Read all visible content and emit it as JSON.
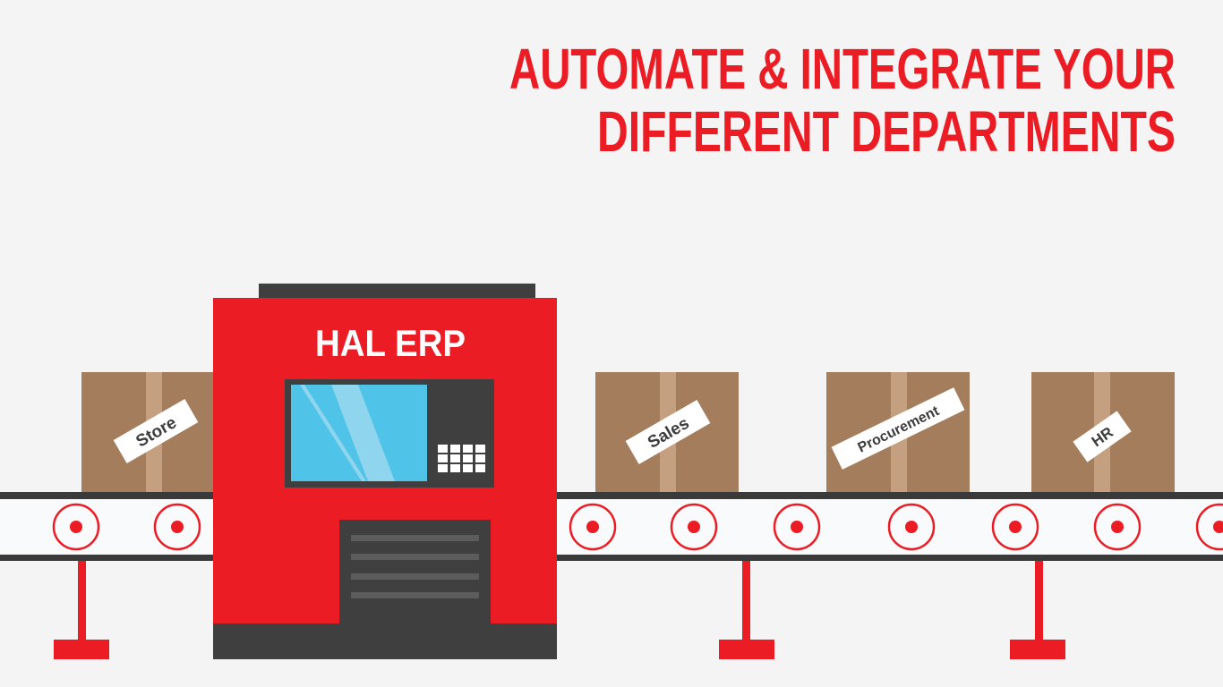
{
  "headline": {
    "line1": "AUTOMATE & INTEGRATE YOUR",
    "line2": "DIFFERENT DEPARTMENTS"
  },
  "machine": {
    "label": "HAL ERP"
  },
  "boxes": [
    {
      "label": "Store"
    },
    {
      "label": "Sales"
    },
    {
      "label": "Procurement"
    },
    {
      "label": "HR"
    }
  ],
  "colors": {
    "accent": "#ec1c24",
    "dark": "#3f3f3f",
    "box": "#a47e5c",
    "tape": "#c4a080",
    "screen": "#4fc3e8",
    "background": "#f4f4f4"
  }
}
